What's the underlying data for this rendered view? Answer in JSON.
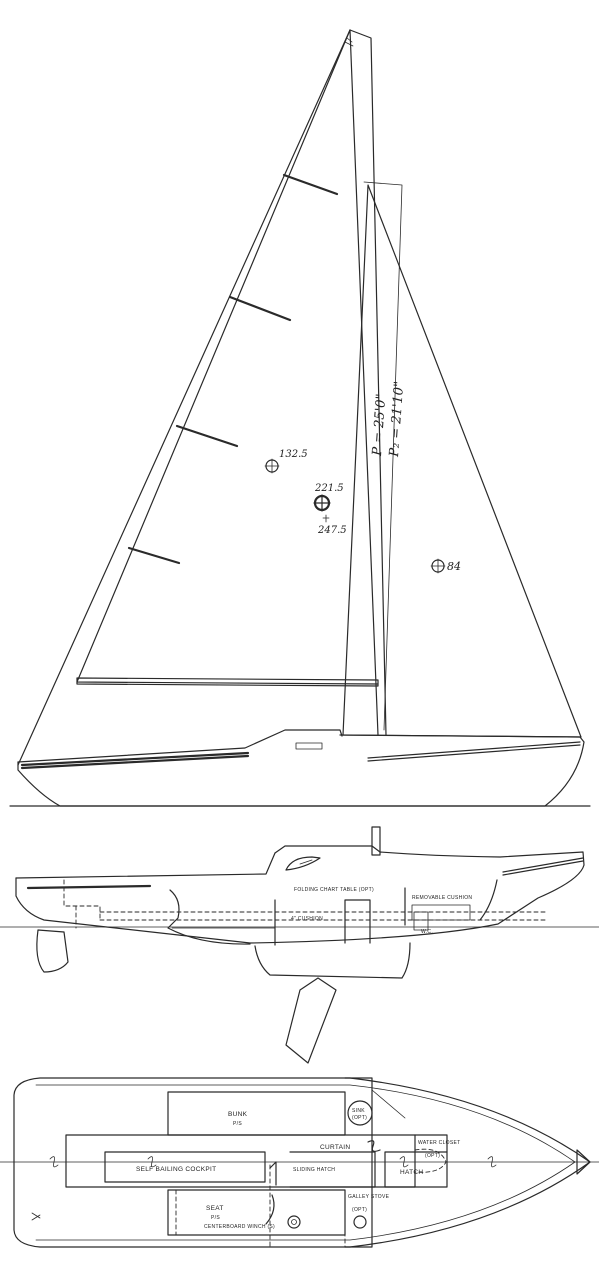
{
  "sail_plan": {
    "annotations": {
      "p_dimension": "P = 25'0\"",
      "j_dimension": "P₂ = 21'10\"",
      "main_area": "132.5",
      "total_area_top": "221.5",
      "total_area_bottom": "247.5",
      "jib_area": "84"
    }
  },
  "profile": {
    "labels": {
      "chart_table": "FOLDING CHART TABLE (OPT)",
      "cushion": "4\" CUSHION",
      "removable_cushion": "REMOVABLE CUSHION",
      "wc": "W.C."
    }
  },
  "plan_view": {
    "labels": {
      "bunk": "BUNK",
      "bunk_ps": "P/S",
      "sink": "SINK",
      "sink_opt": "(OPT)",
      "curtain": "CURTAIN",
      "water_closet": "WATER CLOSET",
      "water_closet_opt": "(OPT)",
      "cockpit": "SELF BAILING COCKPIT",
      "sliding_hatch": "SLIDING HATCH",
      "hatch": "HATCH",
      "seat": "SEAT",
      "seat_ps": "P/S",
      "centerboard_winch": "CENTERBOARD WINCH (S)",
      "galley_stove": "GALLEY STOVE",
      "galley_stove_opt": "(OPT)"
    }
  }
}
